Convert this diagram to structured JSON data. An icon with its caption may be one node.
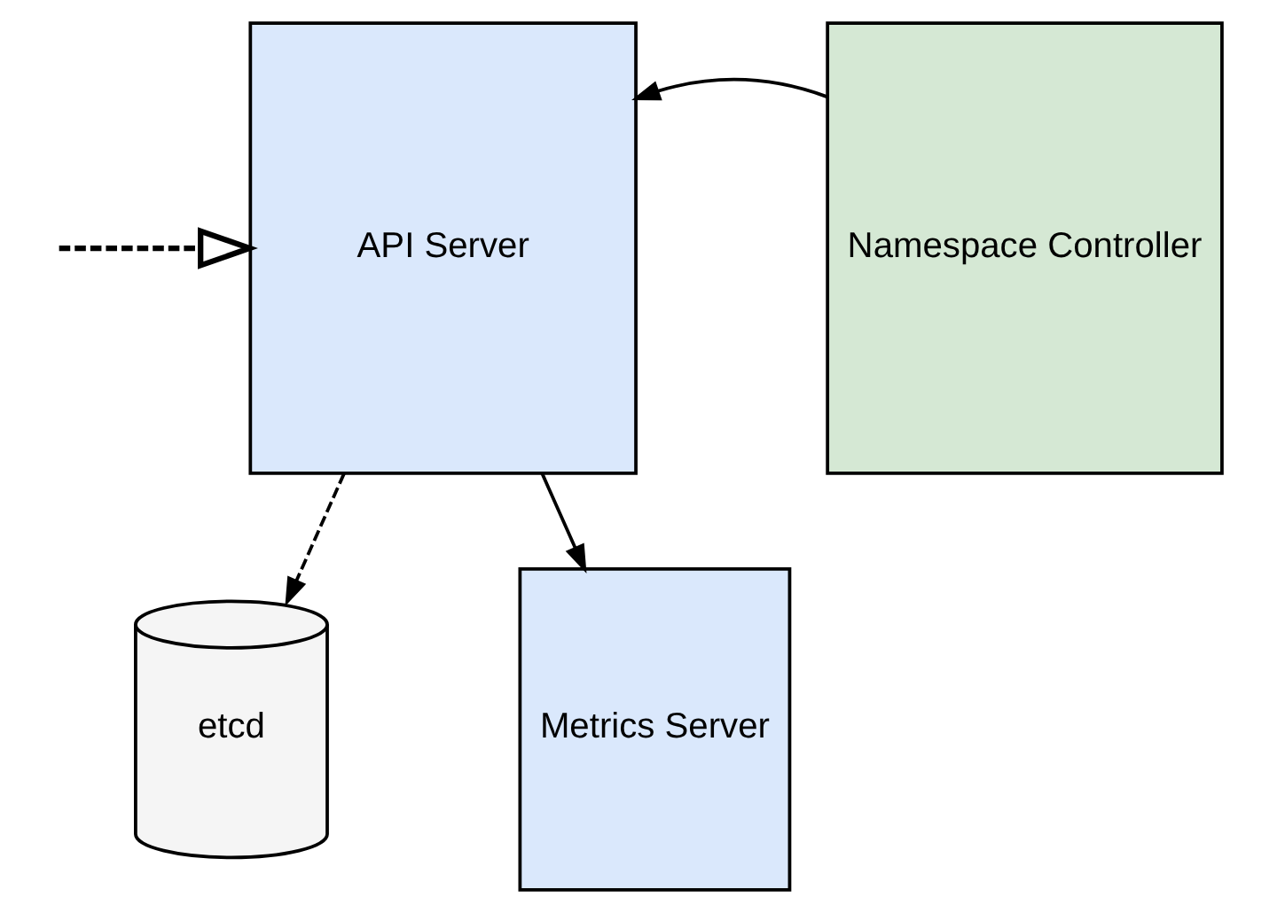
{
  "diagram": {
    "nodes": [
      {
        "text": [
          "API Server"
        ]
      },
      {
        "text": [
          "Namespace Controller"
        ]
      },
      {
        "text": [
          "etcd"
        ]
      },
      {
        "text": [
          "Metrics Server"
        ]
      }
    ],
    "edges": [
      {
        "from": null,
        "to": 0,
        "arrow": "to",
        "style": "dashed"
      },
      {
        "from": 1,
        "to": 0,
        "arrow": "to"
      },
      {
        "from": 0,
        "to": 2,
        "arrow": "to",
        "style": "dashed"
      },
      {
        "from": 0,
        "to": 3,
        "arrow": "to"
      }
    ]
  }
}
